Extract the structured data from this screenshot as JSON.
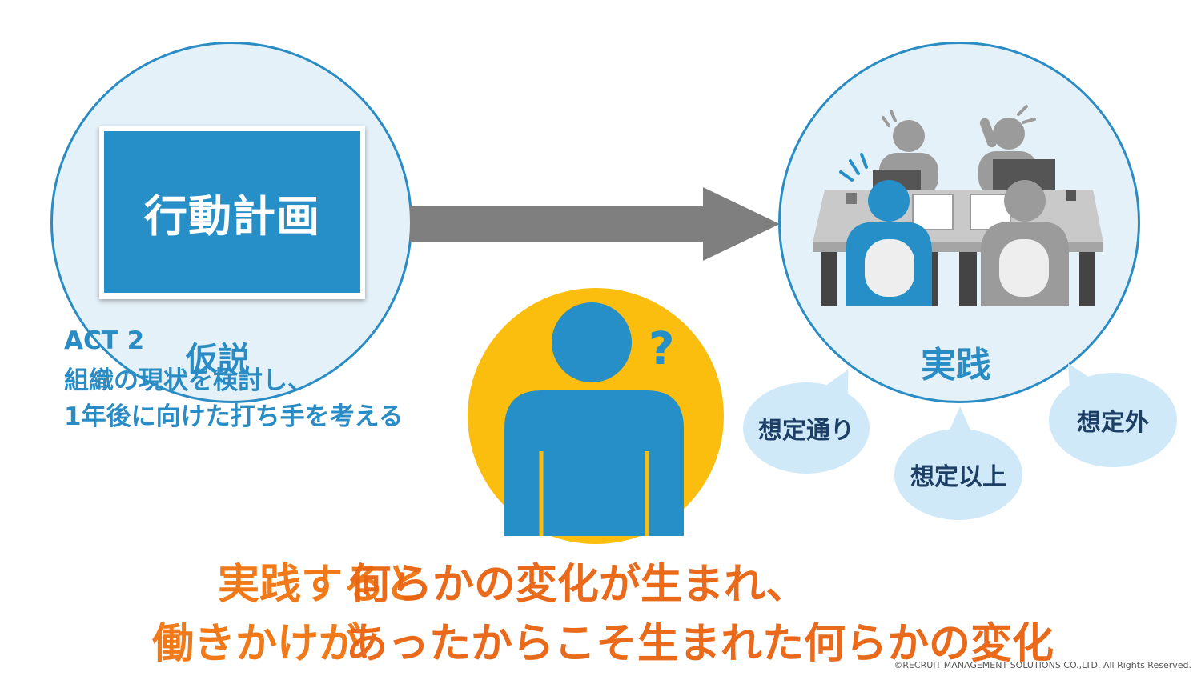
{
  "plan": {
    "title": "行動計画"
  },
  "act": {
    "label": "ACT 2",
    "desc_line1": "組織の現状を検討し、",
    "desc_line2": "1年後に向けた打ち手を考える"
  },
  "hypothesis_label": "仮説",
  "practice_label": "実践",
  "question_mark": "?",
  "bubbles": {
    "as_expected": "想定通り",
    "beyond_expected": "想定以上",
    "unexpected": "想定外"
  },
  "message": {
    "line1": "実践すると",
    "line1_overlay": "何らかの変化が生まれ、",
    "line2": "働きかけが",
    "line2_overlay": "あったからこそ生まれた何らかの変化"
  },
  "copyright": "©RECRUIT MANAGEMENT SOLUTIONS CO.,LTD. All Rights Reserved.",
  "colors": {
    "blue": "#268fc7",
    "orange": "#f07a1a",
    "yellow": "#fbbd0e",
    "gray_arrow": "#7f7f7f",
    "circle_fill": "#e5f1f8",
    "bubble_fill": "#cfe9f8"
  },
  "icons": [
    "arrow-right-icon",
    "person-question-icon",
    "office-workers-icon"
  ]
}
